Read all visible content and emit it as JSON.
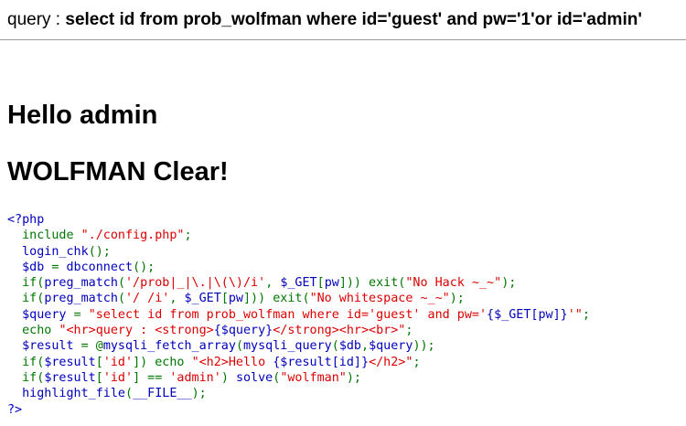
{
  "query_line": {
    "label": "query : ",
    "sql": "select id from prob_wolfman where id='guest' and pw='1'or id='admin'"
  },
  "result": {
    "hello": "Hello admin",
    "clear": "WOLFMAN Clear!"
  },
  "source": {
    "lines": [
      [
        {
          "t": "<?php",
          "c": "kw"
        }
      ],
      [
        {
          "t": "  include ",
          "c": "op"
        },
        {
          "t": "\"./config.php\"",
          "c": "str"
        },
        {
          "t": ";",
          "c": "op"
        }
      ],
      [
        {
          "t": "  login_chk",
          "c": "kw"
        },
        {
          "t": "();",
          "c": "op"
        }
      ],
      [
        {
          "t": "  $db ",
          "c": "kw"
        },
        {
          "t": "= ",
          "c": "op"
        },
        {
          "t": "dbconnect",
          "c": "kw"
        },
        {
          "t": "();",
          "c": "op"
        }
      ],
      [
        {
          "t": "  if(",
          "c": "op"
        },
        {
          "t": "preg_match",
          "c": "kw"
        },
        {
          "t": "(",
          "c": "op"
        },
        {
          "t": "'/prob|_|\\.|\\(\\)/i'",
          "c": "str"
        },
        {
          "t": ", ",
          "c": "op"
        },
        {
          "t": "$_GET",
          "c": "kw"
        },
        {
          "t": "[",
          "c": "op"
        },
        {
          "t": "pw",
          "c": "kw"
        },
        {
          "t": "])) exit(",
          "c": "op"
        },
        {
          "t": "\"No Hack ~_~\"",
          "c": "str"
        },
        {
          "t": ");",
          "c": "op"
        }
      ],
      [
        {
          "t": "  if(",
          "c": "op"
        },
        {
          "t": "preg_match",
          "c": "kw"
        },
        {
          "t": "(",
          "c": "op"
        },
        {
          "t": "'/ /i'",
          "c": "str"
        },
        {
          "t": ", ",
          "c": "op"
        },
        {
          "t": "$_GET",
          "c": "kw"
        },
        {
          "t": "[",
          "c": "op"
        },
        {
          "t": "pw",
          "c": "kw"
        },
        {
          "t": "])) exit(",
          "c": "op"
        },
        {
          "t": "\"No whitespace ~_~\"",
          "c": "str"
        },
        {
          "t": ");",
          "c": "op"
        }
      ],
      [
        {
          "t": "  $query ",
          "c": "kw"
        },
        {
          "t": "= ",
          "c": "op"
        },
        {
          "t": "\"select id from prob_wolfman where id='guest' and pw='",
          "c": "str"
        },
        {
          "t": "{$_GET[pw]}",
          "c": "kw"
        },
        {
          "t": "'\"",
          "c": "str"
        },
        {
          "t": ";",
          "c": "op"
        }
      ],
      [
        {
          "t": "  echo ",
          "c": "op"
        },
        {
          "t": "\"<hr>query : <strong>",
          "c": "str"
        },
        {
          "t": "{$query}",
          "c": "kw"
        },
        {
          "t": "</strong><hr><br>\"",
          "c": "str"
        },
        {
          "t": ";",
          "c": "op"
        }
      ],
      [
        {
          "t": "  $result ",
          "c": "kw"
        },
        {
          "t": "= @",
          "c": "op"
        },
        {
          "t": "mysqli_fetch_array",
          "c": "kw"
        },
        {
          "t": "(",
          "c": "op"
        },
        {
          "t": "mysqli_query",
          "c": "kw"
        },
        {
          "t": "(",
          "c": "op"
        },
        {
          "t": "$db",
          "c": "kw"
        },
        {
          "t": ",",
          "c": "op"
        },
        {
          "t": "$query",
          "c": "kw"
        },
        {
          "t": "));",
          "c": "op"
        }
      ],
      [
        {
          "t": "  if(",
          "c": "op"
        },
        {
          "t": "$result",
          "c": "kw"
        },
        {
          "t": "[",
          "c": "op"
        },
        {
          "t": "'id'",
          "c": "str"
        },
        {
          "t": "]) echo ",
          "c": "op"
        },
        {
          "t": "\"<h2>Hello ",
          "c": "str"
        },
        {
          "t": "{$result[id]}",
          "c": "kw"
        },
        {
          "t": "</h2>\"",
          "c": "str"
        },
        {
          "t": ";",
          "c": "op"
        }
      ],
      [
        {
          "t": "  if(",
          "c": "op"
        },
        {
          "t": "$result",
          "c": "kw"
        },
        {
          "t": "[",
          "c": "op"
        },
        {
          "t": "'id'",
          "c": "str"
        },
        {
          "t": "] == ",
          "c": "op"
        },
        {
          "t": "'admin'",
          "c": "str"
        },
        {
          "t": ") ",
          "c": "op"
        },
        {
          "t": "solve",
          "c": "kw"
        },
        {
          "t": "(",
          "c": "op"
        },
        {
          "t": "\"wolfman\"",
          "c": "str"
        },
        {
          "t": ");",
          "c": "op"
        }
      ],
      [
        {
          "t": "  highlight_file",
          "c": "kw"
        },
        {
          "t": "(",
          "c": "op"
        },
        {
          "t": "__FILE__",
          "c": "kw"
        },
        {
          "t": ");",
          "c": "op"
        }
      ],
      [
        {
          "t": "?>",
          "c": "kw"
        }
      ]
    ]
  },
  "colors": {
    "keyword": "#0000bb",
    "string": "#dd0000",
    "operator": "#007700",
    "rule": "#9a9a9a"
  }
}
